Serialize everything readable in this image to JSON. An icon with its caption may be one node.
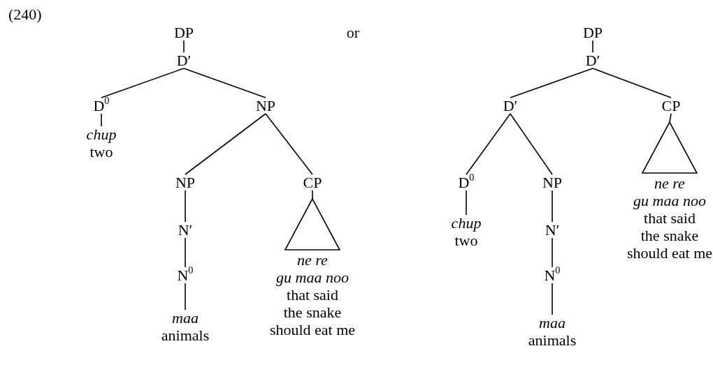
{
  "diagram": {
    "nodes": [
      {
        "text": [
          "DP"
        ]
      },
      {
        "text": [
          "D′"
        ]
      },
      {
        "text": [
          "D$^{0}$"
        ]
      },
      {
        "text": [
          "chup",
          "two"
        ]
      },
      {
        "text": [
          "NP"
        ]
      },
      {
        "text": [
          "NP"
        ]
      },
      {
        "text": [
          "N′"
        ]
      },
      {
        "text": [
          "N$^{0}$"
        ]
      },
      {
        "text": [
          "maa",
          "animals"
        ]
      },
      {
        "text": [
          "CP"
        ]
      },
      {
        "text": [
          "ne re gu maa noo",
          "that said the snake should eat me"
        ]
      },
      {
        "text": [
          "DP"
        ]
      },
      {
        "text": [
          "D′"
        ]
      },
      {
        "text": [
          "D′"
        ]
      },
      {
        "text": [
          "D$^{0}$"
        ]
      },
      {
        "text": [
          "chup",
          "two"
        ]
      },
      {
        "text": [
          "NP"
        ]
      },
      {
        "text": [
          "N′"
        ]
      },
      {
        "text": [
          "N$^{0}$"
        ]
      },
      {
        "text": [
          "maa",
          "animals"
        ]
      },
      {
        "text": [
          "CP"
        ]
      },
      {
        "text": [
          "ne re gu maa noo",
          "that said the snake should eat me"
        ]
      }
    ],
    "edges": [
      {
        "from": 0,
        "to": 1,
        "arrow": "none"
      },
      {
        "from": 1,
        "to": 2,
        "arrow": "none"
      },
      {
        "from": 1,
        "to": 4,
        "arrow": "none"
      },
      {
        "from": 2,
        "to": 3,
        "arrow": "none"
      },
      {
        "from": 4,
        "to": 5,
        "arrow": "none"
      },
      {
        "from": 4,
        "to": 9,
        "arrow": "none"
      },
      {
        "from": 5,
        "to": 6,
        "arrow": "none"
      },
      {
        "from": 6,
        "to": 7,
        "arrow": "none"
      },
      {
        "from": 7,
        "to": 8,
        "arrow": "none"
      },
      {
        "from": 9,
        "to": 10,
        "arrow": "none"
      },
      {
        "from": 11,
        "to": 12,
        "arrow": "none"
      },
      {
        "from": 12,
        "to": 13,
        "arrow": "none"
      },
      {
        "from": 12,
        "to": 20,
        "arrow": "none"
      },
      {
        "from": 13,
        "to": 14,
        "arrow": "none"
      },
      {
        "from": 13,
        "to": 16,
        "arrow": "none"
      },
      {
        "from": 14,
        "to": 15,
        "arrow": "none"
      },
      {
        "from": 16,
        "to": 17,
        "arrow": "none"
      },
      {
        "from": 17,
        "to": 18,
        "arrow": "none"
      },
      {
        "from": 18,
        "to": 19,
        "arrow": "none"
      },
      {
        "from": 20,
        "to": 21,
        "arrow": "none"
      }
    ],
    "labels": [
      "(240)",
      "or"
    ]
  }
}
